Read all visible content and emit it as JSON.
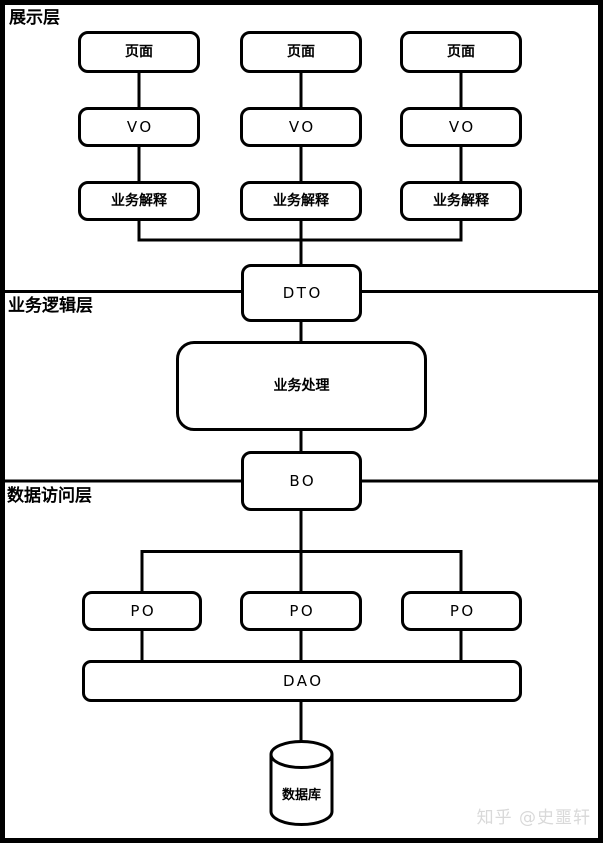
{
  "layers": {
    "presentation": "展示层",
    "business_logic": "业务逻辑层",
    "data_access": "数据访问层"
  },
  "nodes": {
    "pages": [
      "页面",
      "页面",
      "页面"
    ],
    "vos": [
      "VO",
      "VO",
      "VO"
    ],
    "interpretations": [
      "业务解释",
      "业务解释",
      "业务解释"
    ],
    "dto": "DTO",
    "business_processing": "业务处理",
    "bo": "BO",
    "pos": [
      "PO",
      "PO",
      "PO"
    ],
    "dao": "DAO",
    "database": "数据库"
  },
  "watermark": "知乎 @史噩轩",
  "colors": {
    "line": "#000000",
    "background": "#ffffff",
    "watermark_text": "#d9d9d9"
  }
}
